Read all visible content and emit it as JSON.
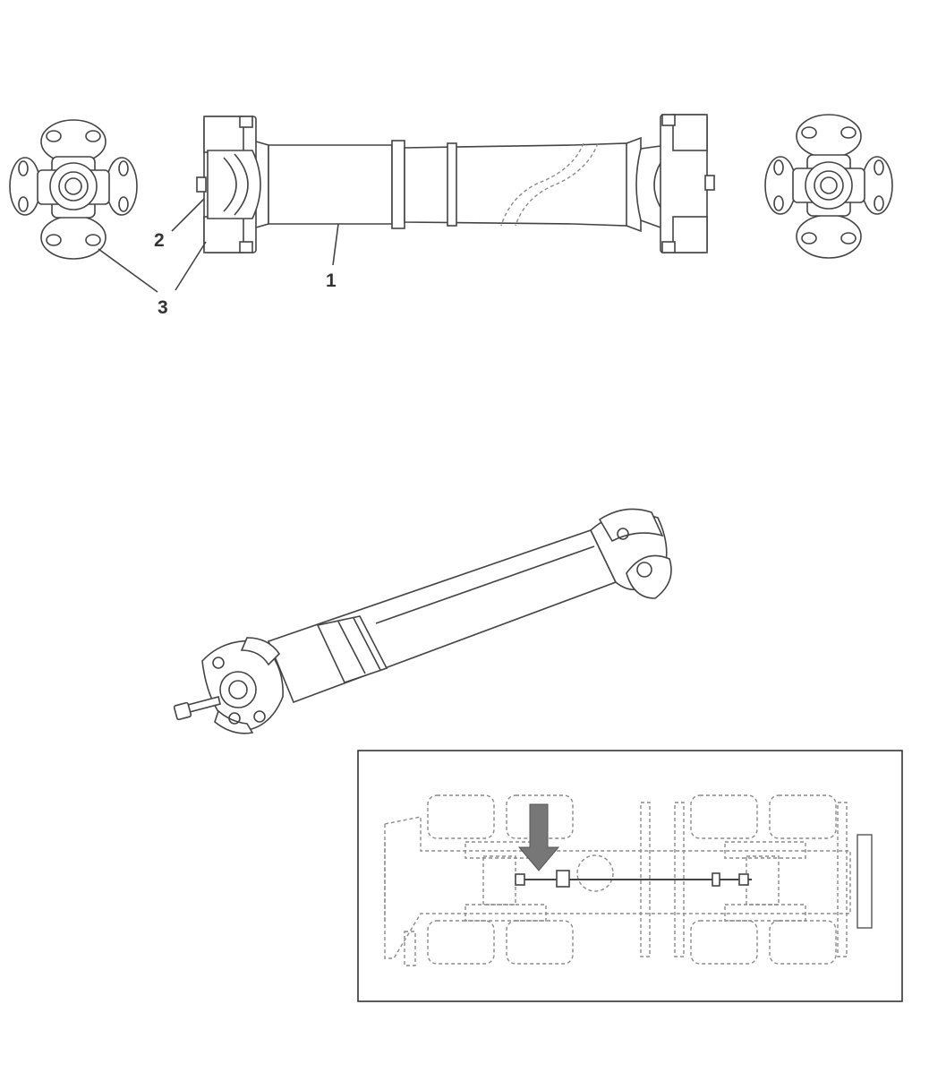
{
  "diagram": {
    "callouts": [
      {
        "id": "1",
        "label": "1"
      },
      {
        "id": "2",
        "label": "2"
      },
      {
        "id": "3",
        "label": "3"
      }
    ],
    "colors": {
      "line": "#444444",
      "label": "#333333",
      "dashed": "#8a8a8a",
      "arrow": "#777777",
      "background": "#ffffff"
    }
  }
}
